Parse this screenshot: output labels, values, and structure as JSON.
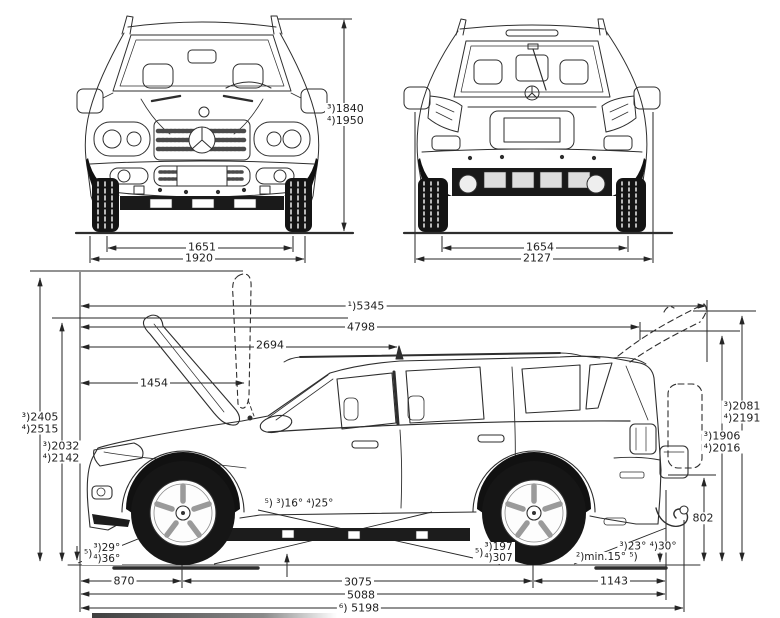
{
  "colors": {
    "ink": "#262626",
    "paper": "#ffffff"
  },
  "front_view": {
    "height_1": "³)1840",
    "height_2": "⁴)1950",
    "track": "1651",
    "width": "1920"
  },
  "rear_view": {
    "track": "1654",
    "width": "2127"
  },
  "side_view": {
    "overall_length": "¹)5345",
    "length_4798": "4798",
    "dim_2694": "2694",
    "dim_1454": "1454",
    "h2405_1": "³)2405",
    "h2405_2": "⁴)2515",
    "h2032_1": "³)2032",
    "h2032_2": "⁴)2142",
    "h2081_1": "³)2081",
    "h2081_2": "⁴)2191",
    "h1906_1": "³)1906",
    "h1906_2": "⁴)2016",
    "sill_802": "802",
    "front_overhang": "870",
    "wheelbase": "3075",
    "rear_overhang": "1143",
    "length_5088": "5088",
    "length_5198": "⁶) 5198",
    "approach_prefix": "⁵)",
    "approach_1": "³)29°",
    "approach_2": "⁴)36°",
    "breakover": "⁵) ³)16° ⁴)25°",
    "clearance_prefix": "⁵)",
    "clearance_1": "³)197",
    "clearance_2": "⁴)307",
    "departure": "³)23° ⁴)30°",
    "ramp_min": "²)min.15° ⁵)"
  }
}
